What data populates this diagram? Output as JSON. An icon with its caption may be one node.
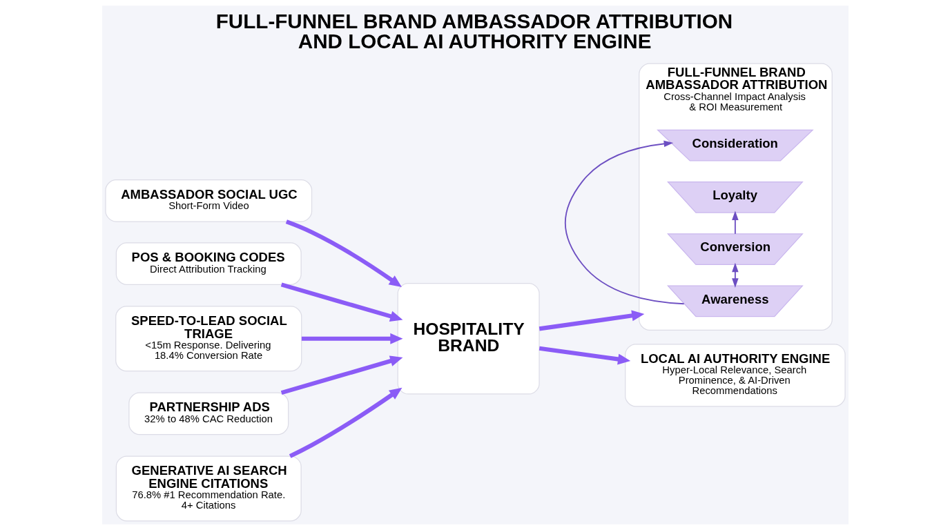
{
  "diagram": {
    "title": "FULL-FUNNEL BRAND AMBASSADOR ATTRIBUTION AND LOCAL AI AUTHORITY ENGINE",
    "nodes": [
      {
        "text": [
          "AMBASSADOR SOCIAL UGC",
          "Short-Form Video"
        ]
      },
      {
        "text": [
          "POS & BOOKING CODES",
          "Direct Attribution Tracking"
        ]
      },
      {
        "text": [
          "SPEED-TO-LEAD SOCIAL TRIAGE",
          "<15m Response. Delivering 18.4% Conversion Rate"
        ]
      },
      {
        "text": [
          "PARTNERSHIP ADS",
          "32% to 48% CAC Reduction"
        ]
      },
      {
        "text": [
          "GENERATIVE AI SEARCH ENGINE CITATIONS",
          "76.8% #1 Recommendation Rate. 4+ Citations"
        ]
      },
      {
        "text": [
          "HOSPITALITY BRAND"
        ]
      },
      {
        "text": [
          "FULL-FUNNEL BRAND AMBASSADOR ATTRIBUTION",
          "Cross-Channel Impact Analysis & ROI Measurement"
        ]
      },
      {
        "text": [
          "Awareness"
        ],
        "in": 6
      },
      {
        "text": [
          "Consideration"
        ],
        "in": 6
      },
      {
        "text": [
          "Conversion"
        ],
        "in": 6
      },
      {
        "text": [
          "Loyalty"
        ],
        "in": 6
      },
      {
        "text": [
          "LOCAL AI AUTHORITY ENGINE",
          "Hyper-Local Relevance, Search Prominence, & AI-Driven Recommendations"
        ]
      }
    ],
    "edges": [
      {
        "from": 0,
        "to": 5,
        "arrow": "to"
      },
      {
        "from": 1,
        "to": 5,
        "arrow": "to"
      },
      {
        "from": 2,
        "to": 5,
        "arrow": "to"
      },
      {
        "from": 3,
        "to": 5,
        "arrow": "to"
      },
      {
        "from": 4,
        "to": 5,
        "arrow": "to"
      },
      {
        "from": 5,
        "to": 6,
        "arrow": "to"
      },
      {
        "from": 5,
        "to": 11,
        "arrow": "to"
      },
      {
        "from": 7,
        "to": 8,
        "arrow": "to"
      },
      {
        "from": 7,
        "to": 9,
        "arrow": "both"
      },
      {
        "from": 9,
        "to": 10,
        "arrow": "to"
      }
    ]
  }
}
